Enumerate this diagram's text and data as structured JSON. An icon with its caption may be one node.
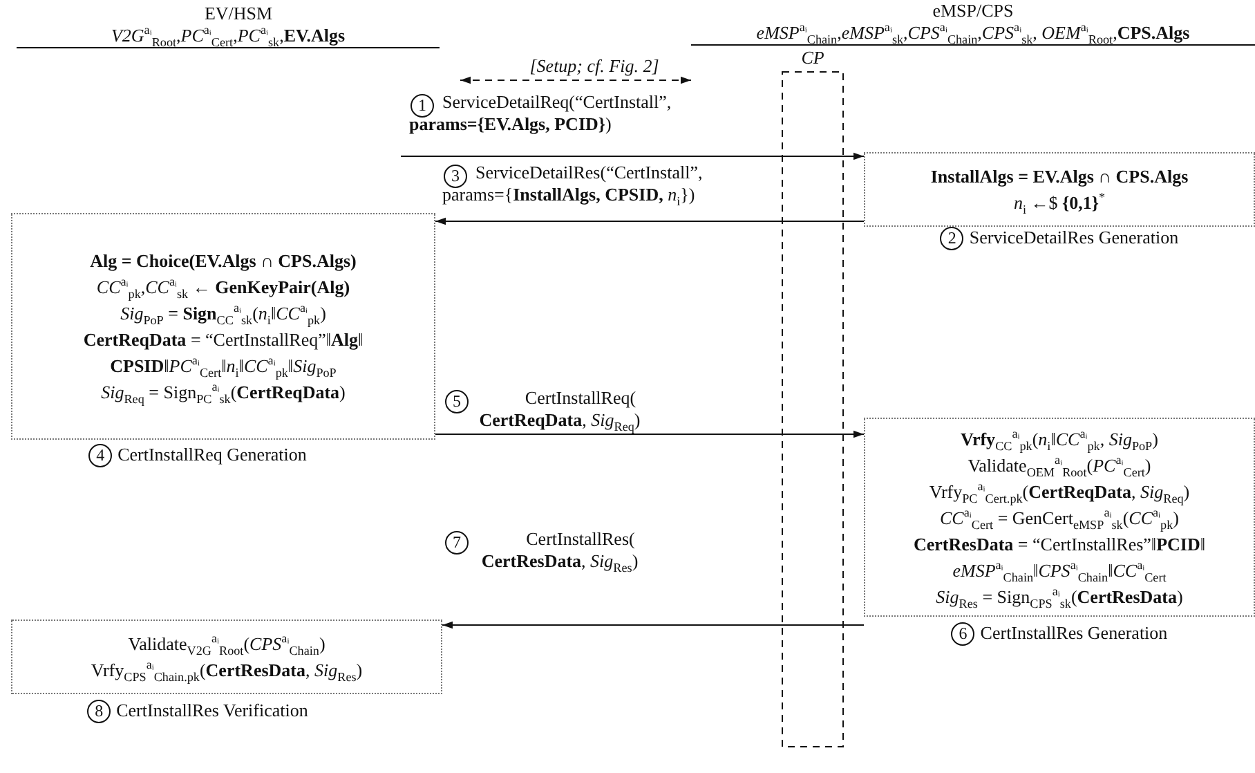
{
  "diagram": {
    "nodes": [
      {
        "text": [
          "EV/HSM",
          "*V2G*$^{aᵢ}$$_{Root}$,*PC*$^{aᵢ}$$_{Cert}$,*PC*$^{aᵢ}$$_{sk}$,**EV.Algs**"
        ]
      },
      {
        "text": [
          "CP"
        ]
      },
      {
        "text": [
          "eMSP/CPS",
          "*eMSP*$^{aᵢ}$$_{Chain}$,*eMSP*$^{aᵢ}$$_{sk}$,*CPS*$^{aᵢ}$$_{Chain}$,*CPS*$^{aᵢ}$$_{sk}$, *OEM*$^{aᵢ}$$_{Root}$,**CPS.Algs**"
        ]
      },
      {
        "text": [
          "**InstallAlgs = EV.Algs ∩ CPS.Algs**",
          "*n*$_{i}$ ←$ **{0,1}**$^{*}$"
        ],
        "beside": [
          "2",
          "ServiceDetailRes Generation"
        ]
      },
      {
        "text": [
          "**Alg = Choice(EV.Algs ∩ CPS.Algs)**",
          "*CC*$^{aᵢ}$$_{pk}$,*CC*$^{aᵢ}$$_{sk}$ **← GenKeyPair(Alg)**",
          "*Sig*$_{PoP}$ = **Sign**$_{CC}$$^{aᵢ}$$_{sk}$(*n*$_{i}$‖*CC*$^{aᵢ}$$_{pk}$)",
          "**CertReqData** = “CertInstallReq”‖**Alg**‖ **CPSID**‖*PC*$^{aᵢ}$$_{Cert}$‖*n*$_{i}$‖*CC*$^{aᵢ}$$_{pk}$‖*Sig*$_{PoP}$",
          "*Sig*$_{Req}$ = Sign$_{PC}$$^{aᵢ}$$_{sk}$(**CertReqData**)"
        ],
        "beside": [
          "4",
          "CertInstallReq Generation"
        ]
      },
      {
        "text": [
          "**Vrfy**$_{CC}$$^{aᵢ}$$_{pk}$(*n*$_{i}$‖*CC*$^{aᵢ}$$_{pk}$, *Sig*$_{PoP}$)",
          "Validate$_{OEM}$$^{aᵢ}$$_{Root}$(*PC*$^{aᵢ}$$_{Cert}$)",
          "Vrfy$_{PC}$$^{aᵢ}$$_{Cert.pk}$(**CertReqData**, *Sig*$_{Req}$)",
          "*CC*$^{aᵢ}$$_{Cert}$ = GenCert$_{eMSP}$$^{aᵢ}$$_{sk}$(*CC*$^{aᵢ}$$_{pk}$)",
          "**CertResData** = “CertInstallRes”‖**PCID**‖ *eMSP*$^{aᵢ}$$_{Chain}$‖*CPS*$^{aᵢ}$$_{Chain}$‖*CC*$^{aᵢ}$$_{Cert}$",
          "*Sig*$_{Res}$ = Sign$_{CPS}$$^{aᵢ}$$_{sk}$(**CertResData**)"
        ],
        "beside": [
          "6",
          "CertInstallRes Generation"
        ]
      },
      {
        "text": [
          "Validate$_{V2G}$$^{aᵢ}$$_{Root}$(*CPS*$^{aᵢ}$$_{Chain}$)",
          "Vrfy$_{CPS}$$^{aᵢ}$$_{Chain.pk}$(**CertResData**, *Sig*$_{Res}$)"
        ],
        "beside": [
          "8",
          "CertInstallRes Verification"
        ]
      }
    ],
    "edges": [
      {
        "from": 0,
        "to": 2,
        "arrow": "both",
        "style": "dashed",
        "label": "[Setup; cf. Fig. 2]"
      },
      {
        "from": null,
        "to": 3,
        "arrow": "to",
        "label": "ServiceDetailReq(“CertInstall”, **params={EV.Algs, PCID}**)"
      },
      {
        "from": 3,
        "to": 4,
        "arrow": "to",
        "label": "ServiceDetailRes(“CertInstall”, params={**InstallAlgs, CPSID,** *n*$_{i}$})"
      },
      {
        "from": 4,
        "to": 5,
        "arrow": "to",
        "label": "CertInstallReq( **CertReqData**, *Sig*$_{Req}$)"
      },
      {
        "from": 5,
        "to": 6,
        "arrow": "to",
        "label": "CertInstallRes( **CertResData**, *Sig*$_{Res}$)"
      }
    ],
    "labels": [
      "1",
      "3",
      "5",
      "7"
    ]
  }
}
